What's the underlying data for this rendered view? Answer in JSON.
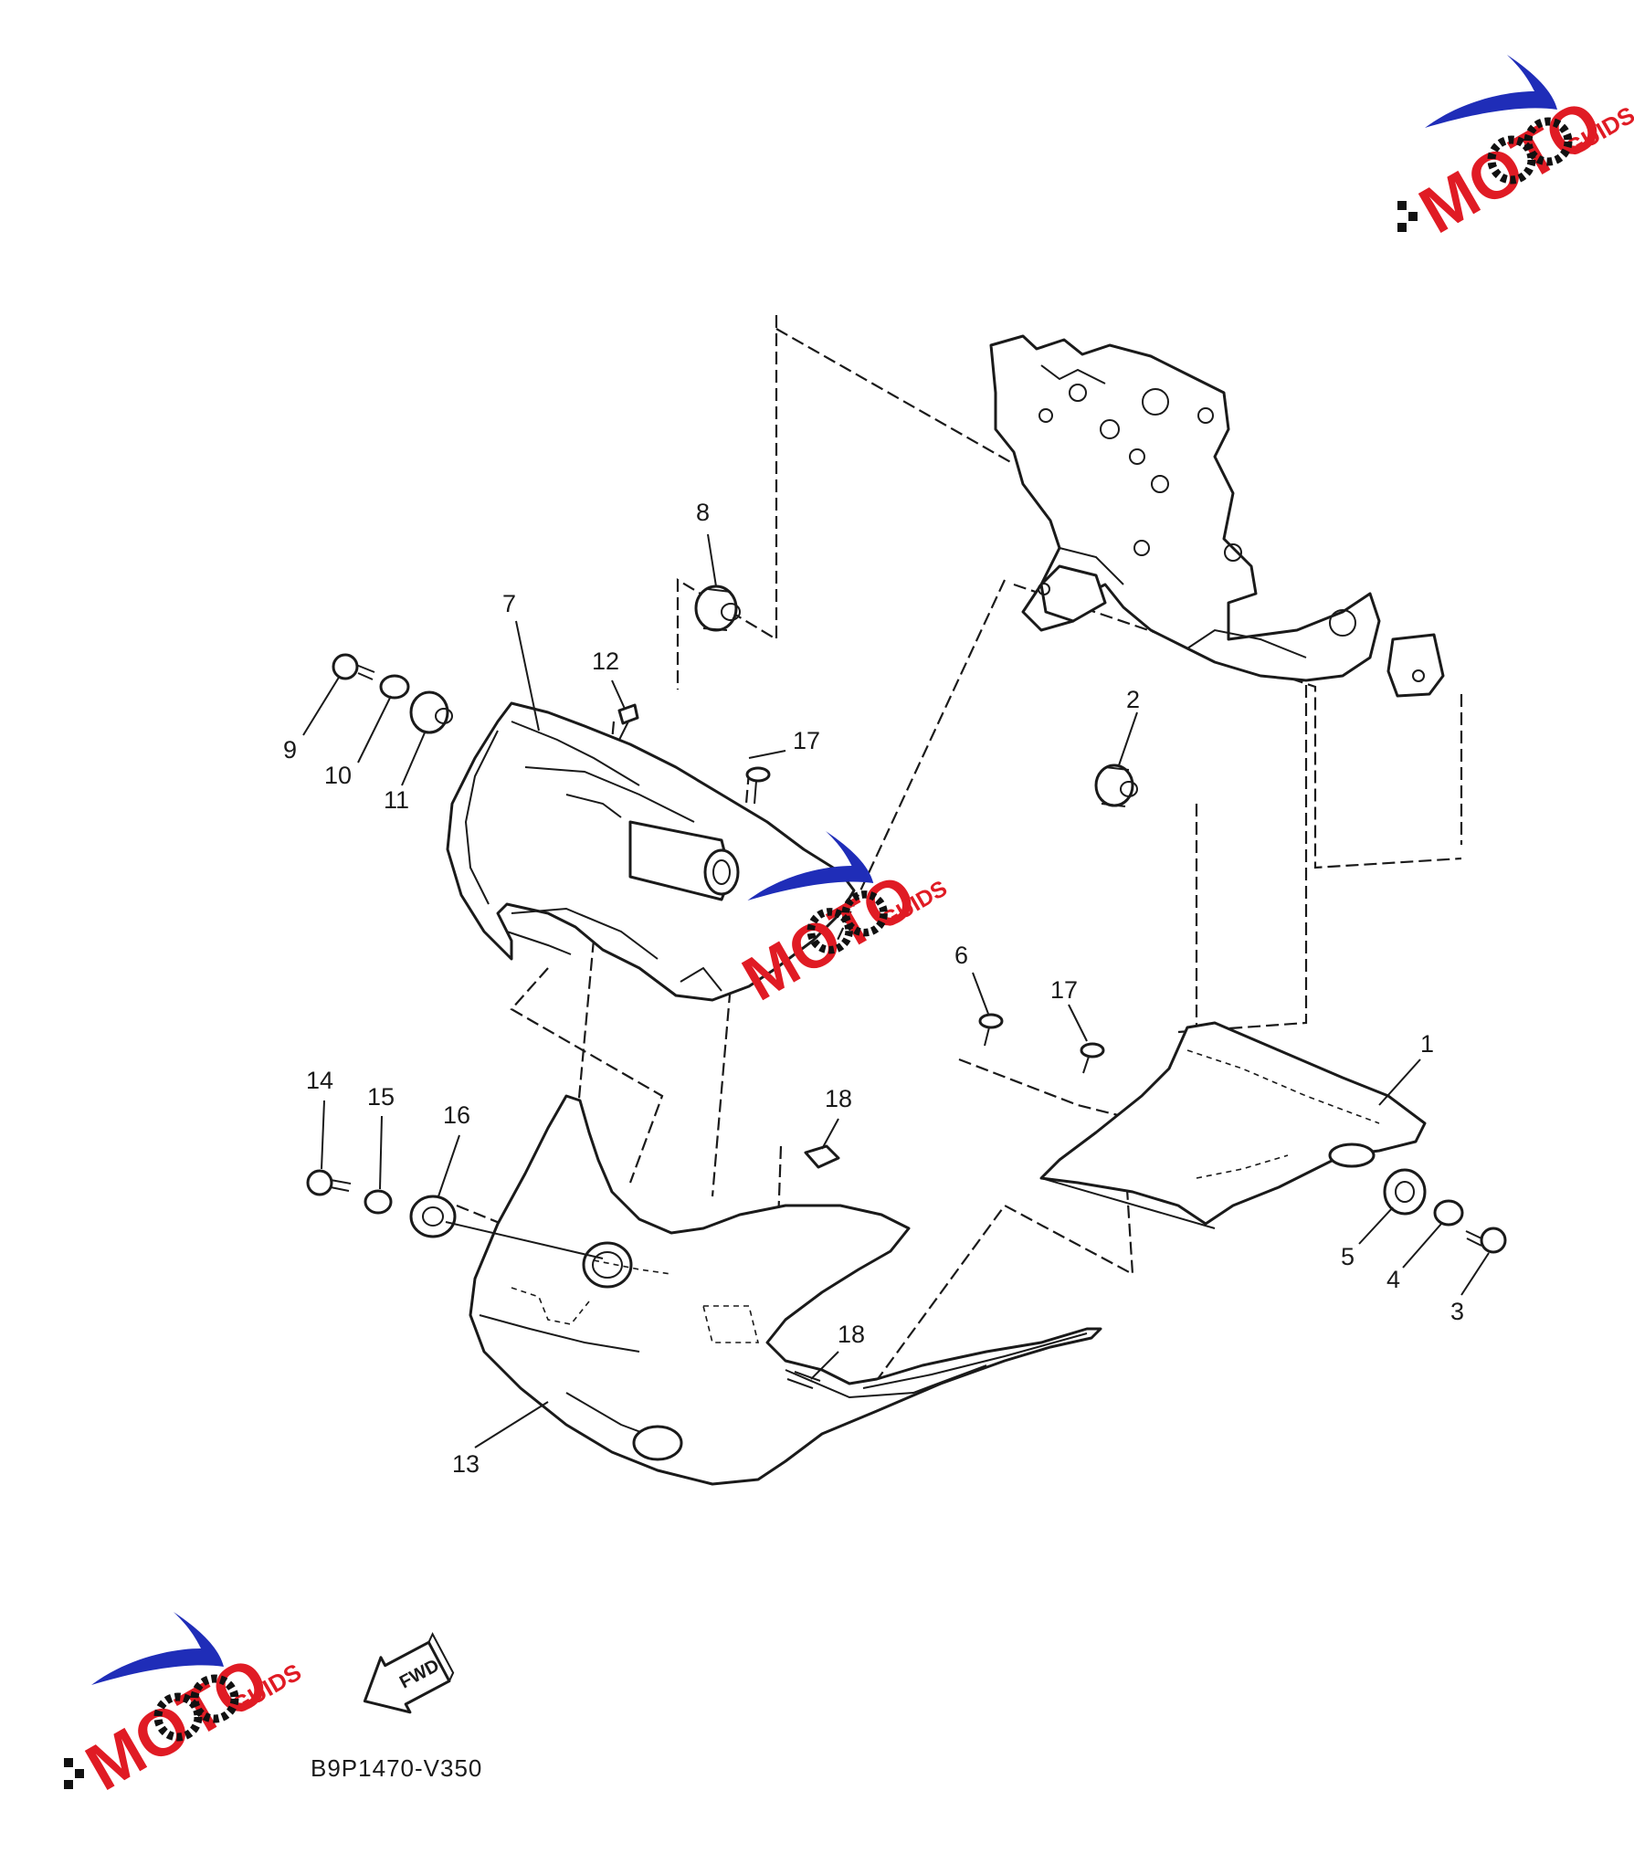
{
  "diagram_code": "B9P1470-V350",
  "fwd_label": "FWD",
  "watermark": {
    "text": "MOTO",
    "suffix": "GUIDS",
    "colors": {
      "swoosh": "#1f2db8",
      "letters": "#e01b24",
      "dark": "#111111"
    }
  },
  "callouts": [
    "1",
    "2",
    "3",
    "4",
    "5",
    "6",
    "7",
    "8",
    "9",
    "10",
    "11",
    "12",
    "13",
    "14",
    "15",
    "16",
    "17",
    "17",
    "18",
    "18"
  ]
}
